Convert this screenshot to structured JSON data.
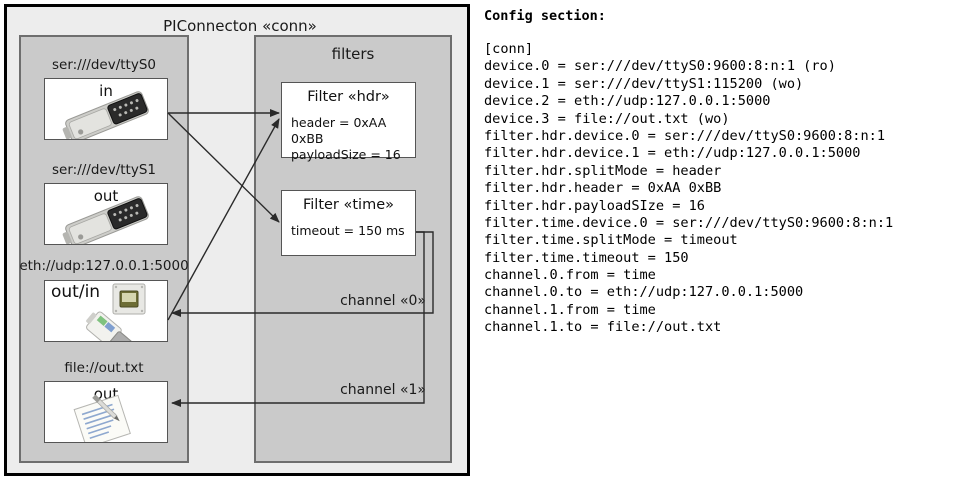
{
  "diagram": {
    "title": "PIConnecton «conn»",
    "groups": {
      "devices_title": "",
      "filters_title": "filters"
    },
    "devices": [
      {
        "label": "ser:///dev/ttyS0",
        "caption": "in",
        "icon": "serial-port-icon"
      },
      {
        "label": "ser:///dev/ttyS1",
        "caption": "out",
        "icon": "serial-port-icon"
      },
      {
        "label": "eth://udp:127.0.0.1:5000",
        "caption": "out/in",
        "icon": "ethernet-plug-icon"
      },
      {
        "label": "file://out.txt",
        "caption": "out",
        "icon": "text-file-icon"
      }
    ],
    "filters": [
      {
        "title": "Filter «hdr»",
        "props": [
          "header = 0xAA 0xBB",
          "payloadSize = 16"
        ]
      },
      {
        "title": "Filter «time»",
        "props": [
          "timeout = 150 ms"
        ]
      }
    ],
    "channels": [
      {
        "label": "channel «0»"
      },
      {
        "label": "channel «1»"
      }
    ],
    "colors": {
      "frame_fill": "#ededed",
      "frame_stroke": "#000000",
      "group_fill": "#cacaca",
      "group_stroke": "#6e6e6e",
      "card_fill": "#ffffff",
      "card_stroke": "#555555",
      "arrow_stroke": "#333333"
    }
  },
  "config": {
    "heading": "Config section:",
    "lines": [
      "[conn]",
      "device.0 = ser:///dev/ttyS0:9600:8:n:1 (ro)",
      "device.1 = ser:///dev/ttyS1:115200 (wo)",
      "device.2 = eth://udp:127.0.0.1:5000",
      "device.3 = file://out.txt (wo)",
      "filter.hdr.device.0 = ser:///dev/ttyS0:9600:8:n:1",
      "filter.hdr.device.1 = eth://udp:127.0.0.1:5000",
      "filter.hdr.splitMode = header",
      "filter.hdr.header = 0xAA 0xBB",
      "filter.hdr.payloadSIze = 16",
      "filter.time.device.0 = ser:///dev/ttyS0:9600:8:n:1",
      "filter.time.splitMode = timeout",
      "filter.time.timeout = 150",
      "channel.0.from = time",
      "channel.0.to = eth://udp:127.0.0.1:5000",
      "channel.1.from = time",
      "channel.1.to = file://out.txt"
    ]
  }
}
